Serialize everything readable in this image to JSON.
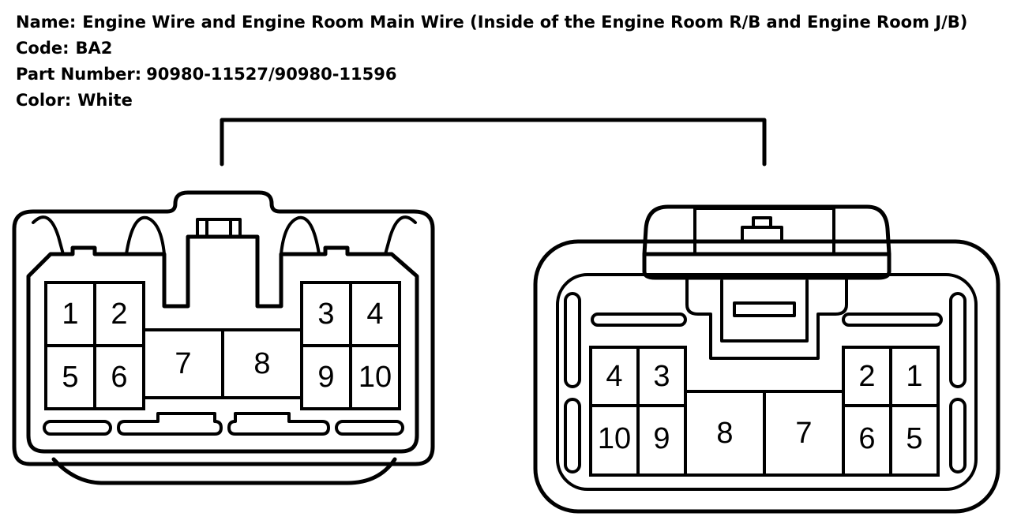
{
  "header": {
    "name_label": "Name:",
    "name_value": "Engine Wire and Engine Room Main Wire (Inside of the Engine Room R/B and Engine Room J/B)",
    "code_label": "Code:",
    "code_value": "BA2",
    "part_label": "Part Number:",
    "part_value": "90980-11527/90980-11596",
    "color_label": "Color:",
    "color_value": "White"
  },
  "left_connector": {
    "pins": [
      "1",
      "2",
      "3",
      "4",
      "5",
      "6",
      "7",
      "8",
      "9",
      "10"
    ]
  },
  "right_connector": {
    "pins": [
      "4",
      "3",
      "2",
      "1",
      "10",
      "9",
      "8",
      "7",
      "6",
      "5"
    ]
  }
}
